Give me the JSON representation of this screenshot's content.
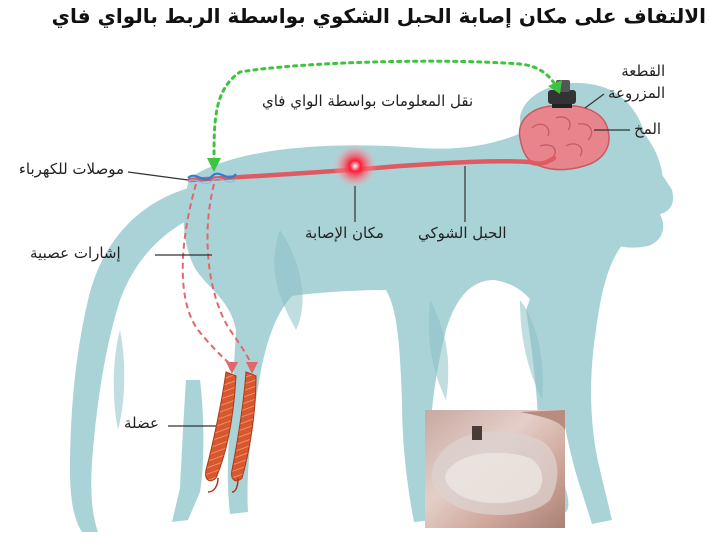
{
  "title": "الالتفاف على مكان إصابة الحبل الشكوي بواسطة الربط بالواي فاي",
  "labels": {
    "implant": "القطعة المزروعة",
    "implant_line1": "القطعة",
    "implant_line2": "المزروعة",
    "brain": "المخ",
    "wifi_transfer": "نقل المعلومات بواسطة الواي فاي",
    "electrodes": "موصلات للكهرباء",
    "injury_site": "مكان الإصابة",
    "spinal_cord": "الحبل الشوكي",
    "nerve_signals": "إشارات عصبية",
    "muscle": "عضلة"
  },
  "colors": {
    "body": "#a9d3d7",
    "body_dark": "#8dc1c6",
    "spinal_cord": "#e05a62",
    "brain": "#e8848b",
    "wifi_arrow": "#3cc43c",
    "signal_arrow": "#e3666a",
    "injury": "#ff1a33",
    "muscle": "#d9572f"
  }
}
